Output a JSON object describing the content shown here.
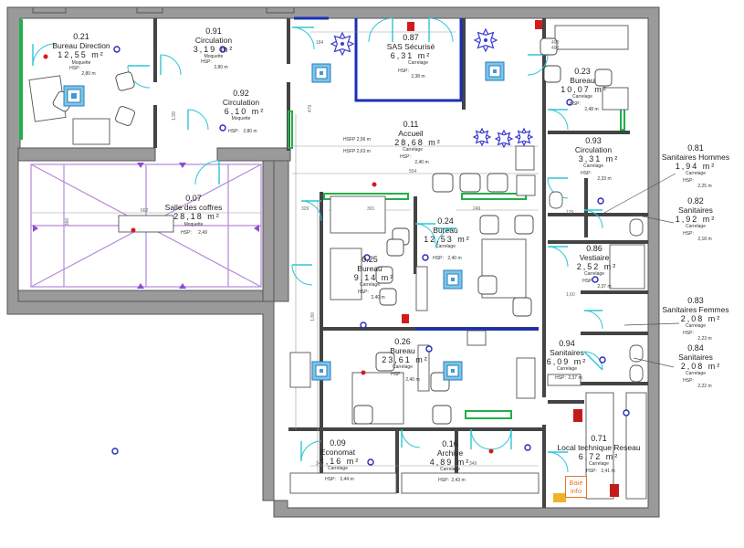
{
  "rooms": [
    {
      "id": "0.21",
      "name": "Bureau Direction",
      "area": "12,55 m²",
      "finish": "Moquette",
      "hsp": "HSP:",
      "hsp_val": "2,80 m"
    },
    {
      "id": "0.91",
      "name": "Circulation",
      "area": "3,19 m²",
      "finish": "Moquette",
      "hsp": "HSP:",
      "hsp_val": "2,80 m"
    },
    {
      "id": "0.92",
      "name": "Circulation",
      "area": "6,10 m²",
      "finish": "Moquette",
      "hsp": "HSP:",
      "hsp_val": "2,80 m"
    },
    {
      "id": "0.87",
      "name": "SAS Sécurisé",
      "area": "6,31 m²",
      "finish": "Carrelage",
      "hsp": "HSP:",
      "hsp_val": "2,38 m"
    },
    {
      "id": "0.23",
      "name": "Bureau",
      "area": "10,07 m²",
      "finish": "Carrelage",
      "hsp": "HSP:",
      "hsp_val": "2,48 m"
    },
    {
      "id": "0.11",
      "name": "Accueil",
      "area": "28,68 m²",
      "finish": "Carrelage",
      "hsp": "HSP:",
      "hsp_val": "2,40 m"
    },
    {
      "id": "0.93",
      "name": "Circulation",
      "area": "3,31 m²",
      "finish": "Carrelage",
      "hsp": "HSP:",
      "hsp_val": "2,33 m"
    },
    {
      "id": "0.81",
      "name": "Sanitaires Hommes",
      "area": "1,94 m²",
      "finish": "Carrelage",
      "hsp": "HSP:",
      "hsp_val": "2,25 m"
    },
    {
      "id": "0.82",
      "name": "Sanitaires",
      "area": "1,92 m²",
      "finish": "Carrelage",
      "hsp": "HSP:",
      "hsp_val": "2,18 m"
    },
    {
      "id": "0.07",
      "name": "Salle des coffres",
      "area": "28,18 m²",
      "finish": "Moquette",
      "hsp": "HSP:",
      "hsp_val": "2,49"
    },
    {
      "id": "0.24",
      "name": "Bureau",
      "area": "12,53 m²",
      "finish": "Carrelage",
      "hsp": "HSP:",
      "hsp_val": "2,40 m"
    },
    {
      "id": "0.25",
      "name": "Bureau",
      "area": "9,14 m²",
      "finish": "Carrelage",
      "hsp": "HSP:",
      "hsp_val": "2,40 m"
    },
    {
      "id": "0.86",
      "name": "Vestiaire",
      "area": "2,52 m²",
      "finish": "Carrelage",
      "hsp": "HSP:",
      "hsp_val": "2,37 m"
    },
    {
      "id": "0.83",
      "name": "Sanitaires Femmes",
      "area": "2,08 m²",
      "finish": "Carrelage",
      "hsp": "HSP:",
      "hsp_val": "2,23 m"
    },
    {
      "id": "0.84",
      "name": "Sanitaires",
      "area": "2,08 m²",
      "finish": "Carrelage",
      "hsp": "HSP:",
      "hsp_val": "2,22 m"
    },
    {
      "id": "0.26",
      "name": "Bureau",
      "area": "23,61 m²",
      "finish": "Carrelage",
      "hsp": "HSP:",
      "hsp_val": "2,40 m"
    },
    {
      "id": "0.94",
      "name": "Sanitaires",
      "area": "6,09 m²",
      "finish": "Carrelage",
      "hsp": "HSP:",
      "hsp_val": "2,37 m"
    },
    {
      "id": "0.09",
      "name": "Economat",
      "area": "4,16 m²",
      "finish": "Carrelage",
      "hsp": "HSP:",
      "hsp_val": "2,44 m"
    },
    {
      "id": "0.16",
      "name": "Archive",
      "area": "4,89 m²",
      "finish": "Carrelage",
      "hsp": "HSP:",
      "hsp_val": "2,43 m"
    },
    {
      "id": "0.71",
      "name": "Local technique Reseau",
      "area": "6,72 m²",
      "finish": "Carrelage",
      "hsp": "HSP:",
      "hsp_val": "2,41 m"
    }
  ],
  "ceiling_heights": [
    "HSFP 2,96 m",
    "HSFP 2,63 m"
  ],
  "dimensions": [
    "184",
    "498",
    "479",
    "554",
    "662",
    "329",
    "301",
    "249",
    "366",
    "1,99",
    "1,80",
    "349",
    "498",
    "240",
    "129",
    "1,60"
  ],
  "tags": {
    "baie_line1": "Baie",
    "baie_line2": "info"
  },
  "colors": {
    "partition": "#444444",
    "glass_partition": "#1a2fb8",
    "door_swing": "#2ec6d6",
    "cupboard": "#22b04a",
    "vault_hatch": "#b58ad8",
    "wall": "#9a9a9a",
    "detector": "#2a7bbf",
    "alarm": "#d41b1b"
  }
}
